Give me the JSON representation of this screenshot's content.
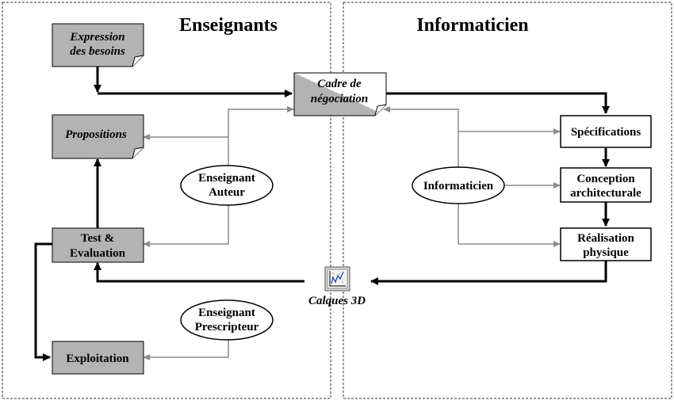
{
  "sections": {
    "left": {
      "title": "Enseignants"
    },
    "right": {
      "title": "Informaticien"
    }
  },
  "documents": {
    "expression": {
      "line1": "Expression",
      "line2": "des besoins"
    },
    "propositions": {
      "line1": "Propositions"
    },
    "cadre": {
      "line1": "Cadre de",
      "line2": "négociation"
    }
  },
  "boxes": {
    "test": {
      "line1": "Test &",
      "line2": "Evaluation"
    },
    "exploitation": {
      "line1": "Exploitation"
    },
    "specifications": {
      "line1": "Spécifications"
    },
    "conception": {
      "line1": "Conception",
      "line2": "architecturale"
    },
    "realisation": {
      "line1": "Réalisation",
      "line2": "physique"
    }
  },
  "actors": {
    "auteur": {
      "line1": "Enseignant",
      "line2": "Auteur"
    },
    "prescripteur": {
      "line1": "Enseignant",
      "line2": "Prescripteur"
    },
    "informaticien": {
      "line1": "Informaticien"
    }
  },
  "tool": {
    "label": "Calques 3D",
    "icon": "chart-icon"
  },
  "colors": {
    "box_fill_gray": "#b3b3b3",
    "arrow_black": "#000000",
    "arrow_gray": "#8c8c8c"
  }
}
